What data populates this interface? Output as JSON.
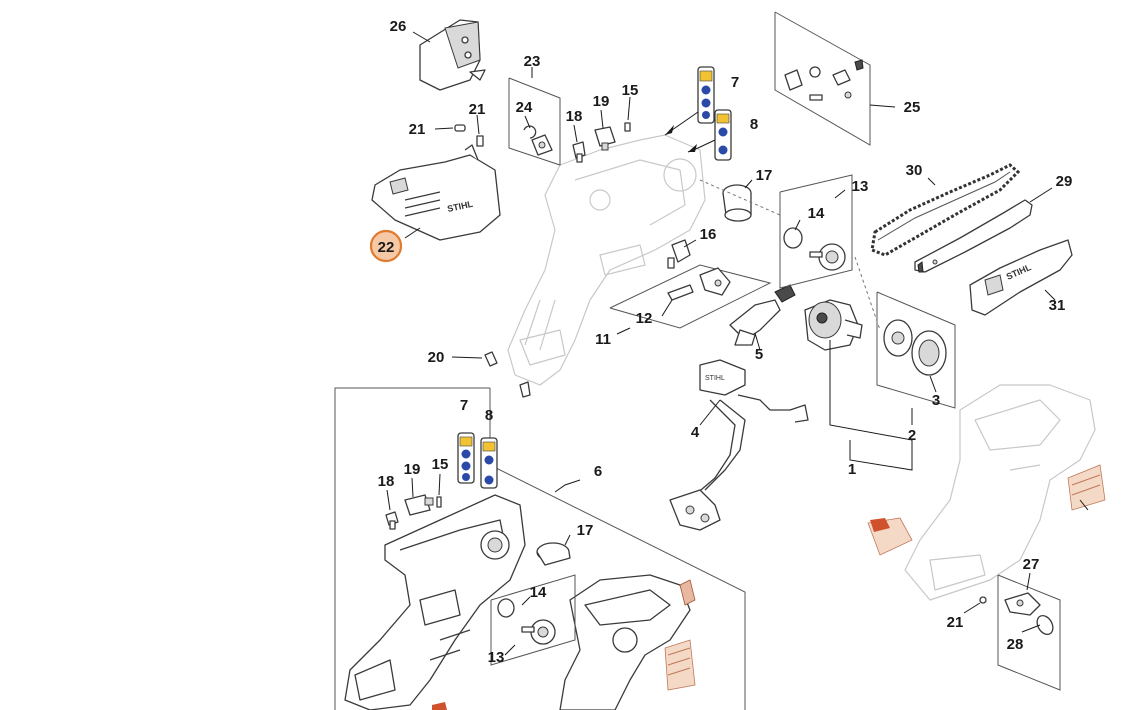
{
  "diagram": {
    "highlighted_part": "22",
    "highlight_color": "#e07a2e",
    "callouts": {
      "c26": "26",
      "c23": "23",
      "c24": "24",
      "c18a": "18",
      "c19a": "19",
      "c15a": "15",
      "c7a": "7",
      "c8a": "8",
      "c21a": "21",
      "c21b": "21",
      "c22": "22",
      "c17a": "17",
      "c13a": "13",
      "c14a": "14",
      "c16": "16",
      "c12": "12",
      "c11": "11",
      "c20": "20",
      "c5": "5",
      "c4": "4",
      "c25": "25",
      "c30": "30",
      "c29": "29",
      "c31": "31",
      "c3": "3",
      "c2": "2",
      "c1": "1",
      "c7b": "7",
      "c8b": "8",
      "c18b": "18",
      "c19b": "19",
      "c15b": "15",
      "c6": "6",
      "c17b": "17",
      "c14b": "14",
      "c13b": "13",
      "c27": "27",
      "c21c": "21",
      "c28": "28"
    },
    "stihl_text": "STIHL"
  }
}
